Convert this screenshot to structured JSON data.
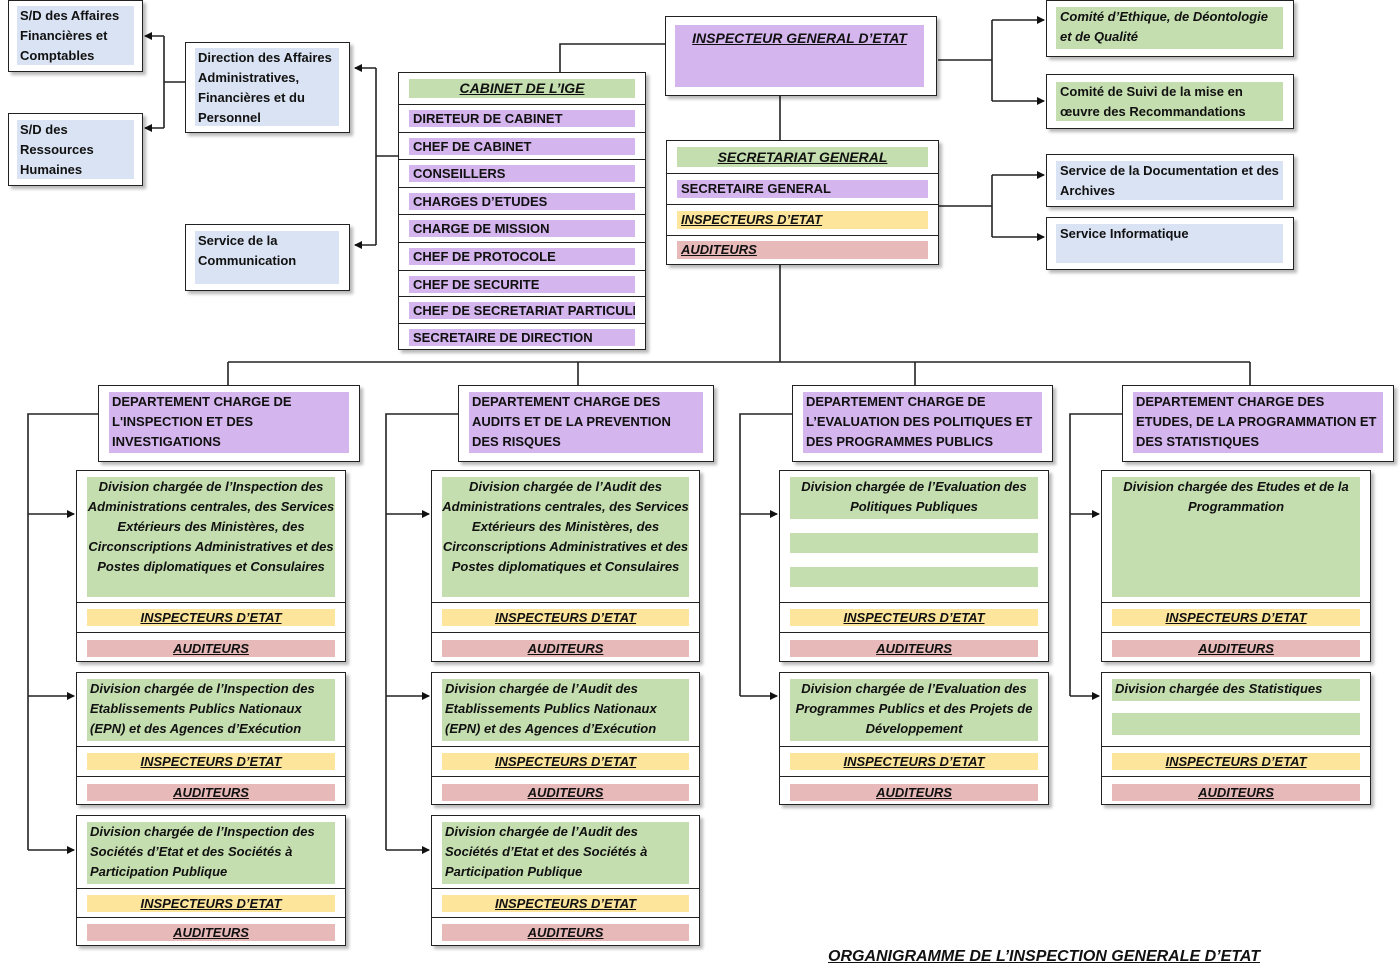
{
  "top": {
    "ige": "INSPECTEUR GENERAL D’ETAT",
    "cabinet": {
      "title": "CABINET DE L’IGE",
      "items": [
        "DIRETEUR DE CABINET",
        "CHEF DE CABINET",
        "CONSEILLERS",
        "CHARGES D’ETUDES",
        "CHARGE DE MISSION",
        "CHEF DE PROTOCOLE",
        "CHEF DE SECURITE",
        "CHEF DE SECRETARIAT PARTICULIER",
        "SECRETAIRE DE DIRECTION"
      ]
    },
    "secretariat": {
      "title": "SECRETARIAT GENERAL",
      "secretaire": "SECRETAIRE GENERAL",
      "inspecteurs": "INSPECTEURS D’ETAT",
      "auditeurs": "AUDITEURS"
    },
    "daf": "Direction des Affaires Administratives, Financières et du Personnel",
    "sd_finance": "S/D des Affaires Financières et Comptables",
    "sd_rh": "S/D des Ressources Humaines",
    "communication": "Service de la Communication",
    "comite_ethique": "Comité d’Ethique, de Déontologie et de Qualité",
    "comite_suivi": "Comité de Suivi de la mise en œuvre des Recommandations",
    "documentation": "Service de la Documentation et des Archives",
    "informatique": "Service Informatique"
  },
  "departments": [
    {
      "title": "DEPARTEMENT CHARGE DE L'INSPECTION ET DES INVESTIGATIONS",
      "divisions": [
        {
          "title": "Division  chargée de l’Inspection des Administrations centrales, des Services Extérieurs des Ministères, des Circonscriptions Administratives et des Postes diplomatiques et Consulaires",
          "inspecteurs": "INSPECTEURS D’ETAT",
          "auditeurs": "AUDITEURS"
        },
        {
          "title": "Division  chargée de l’Inspection des Etablissements Publics Nationaux (EPN) et des Agences d’Exécution",
          "inspecteurs": "INSPECTEURS D’ETAT",
          "auditeurs": "AUDITEURS"
        },
        {
          "title": "Division  chargée de l’Inspection des Sociétés d’Etat et des Sociétés à Participation Publique",
          "inspecteurs": "INSPECTEURS D’ETAT",
          "auditeurs": "AUDITEURS"
        }
      ]
    },
    {
      "title": "DEPARTEMENT CHARGE DES AUDITS ET DE LA PREVENTION DES RISQUES",
      "divisions": [
        {
          "title": "Division chargée de l’Audit des Administrations centrales, des Services Extérieurs des Ministères, des Circonscriptions Administratives et des Postes diplomatiques et Consulaires",
          "inspecteurs": "INSPECTEURS D’ETAT",
          "auditeurs": "AUDITEURS"
        },
        {
          "title": "Division chargée de l’Audit des Etablissements Publics Nationaux (EPN) et des Agences d’Exécution",
          "inspecteurs": "INSPECTEURS D’ETAT",
          "auditeurs": "AUDITEURS"
        },
        {
          "title": "Division chargée de l’Audit des Sociétés d’Etat et des Sociétés à Participation Publique",
          "inspecteurs": "INSPECTEURS D’ETAT",
          "auditeurs": "AUDITEURS"
        }
      ]
    },
    {
      "title": "DEPARTEMENT CHARGE DE L’EVALUATION DES POLITIQUES ET DES PROGRAMMES PUBLICS",
      "divisions": [
        {
          "title": "Division chargée de l’Evaluation des Politiques Publiques",
          "inspecteurs": "INSPECTEURS D’ETAT",
          "auditeurs": "AUDITEURS"
        },
        {
          "title": "Division chargée de l’Evaluation des Programmes Publics et des Projets de Développement",
          "inspecteurs": "INSPECTEURS D’ETAT",
          "auditeurs": "AUDITEURS"
        }
      ]
    },
    {
      "title": "DEPARTEMENT CHARGE DES ETUDES, DE LA PROGRAMMATION ET DES STATISTIQUES",
      "divisions": [
        {
          "title": "Division chargée des Etudes et de la Programmation",
          "inspecteurs": "INSPECTEURS D’ETAT",
          "auditeurs": "AUDITEURS"
        },
        {
          "title": "Division chargée des Statistiques",
          "inspecteurs": "INSPECTEURS D’ETAT",
          "auditeurs": "AUDITEURS"
        }
      ]
    }
  ],
  "caption": "ORGANIGRAMME DE L’INSPECTION GENERALE D’ETAT",
  "colors": {
    "blue": "#dae3f3",
    "green": "#c5deb0",
    "purple": "#d4b5ed",
    "yellow": "#fde59c",
    "pink": "#e7b9b9",
    "line": "#222222"
  }
}
